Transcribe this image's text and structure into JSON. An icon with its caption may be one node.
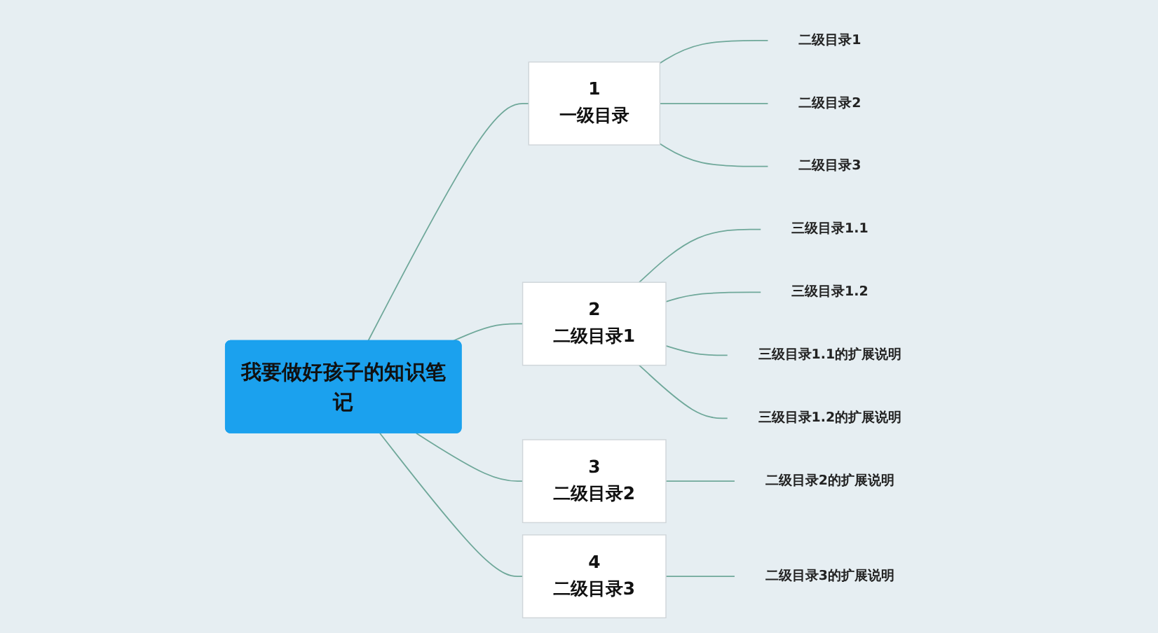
{
  "diagram": {
    "nodes": [
      {
        "text": [
          "我要做好孩子的知识笔记"
        ]
      },
      {
        "text": [
          "1",
          "一级目录"
        ]
      },
      {
        "text": [
          "二级目录1"
        ]
      },
      {
        "text": [
          "二级目录2"
        ]
      },
      {
        "text": [
          "二级目录3"
        ]
      },
      {
        "text": [
          "2",
          "二级目录1"
        ]
      },
      {
        "text": [
          "三级目录1.1"
        ]
      },
      {
        "text": [
          "三级目录1.2"
        ]
      },
      {
        "text": [
          "三级目录1.1的扩展说明"
        ]
      },
      {
        "text": [
          "三级目录1.2的扩展说明"
        ]
      },
      {
        "text": [
          "3",
          "二级目录2"
        ]
      },
      {
        "text": [
          "二级目录2的扩展说明"
        ]
      },
      {
        "text": [
          "4",
          "二级目录3"
        ]
      },
      {
        "text": [
          "二级目录3的扩展说明"
        ]
      }
    ],
    "edges": [
      {
        "from": 0,
        "to": 1,
        "arrow": "none"
      },
      {
        "from": 1,
        "to": 2,
        "arrow": "none"
      },
      {
        "from": 1,
        "to": 3,
        "arrow": "none"
      },
      {
        "from": 1,
        "to": 4,
        "arrow": "none"
      },
      {
        "from": 0,
        "to": 5,
        "arrow": "none"
      },
      {
        "from": 5,
        "to": 6,
        "arrow": "none"
      },
      {
        "from": 5,
        "to": 7,
        "arrow": "none"
      },
      {
        "from": 5,
        "to": 8,
        "arrow": "none"
      },
      {
        "from": 5,
        "to": 9,
        "arrow": "none"
      },
      {
        "from": 0,
        "to": 10,
        "arrow": "none"
      },
      {
        "from": 10,
        "to": 11,
        "arrow": "none"
      },
      {
        "from": 0,
        "to": 12,
        "arrow": "none"
      },
      {
        "from": 12,
        "to": 13,
        "arrow": "none"
      }
    ]
  }
}
